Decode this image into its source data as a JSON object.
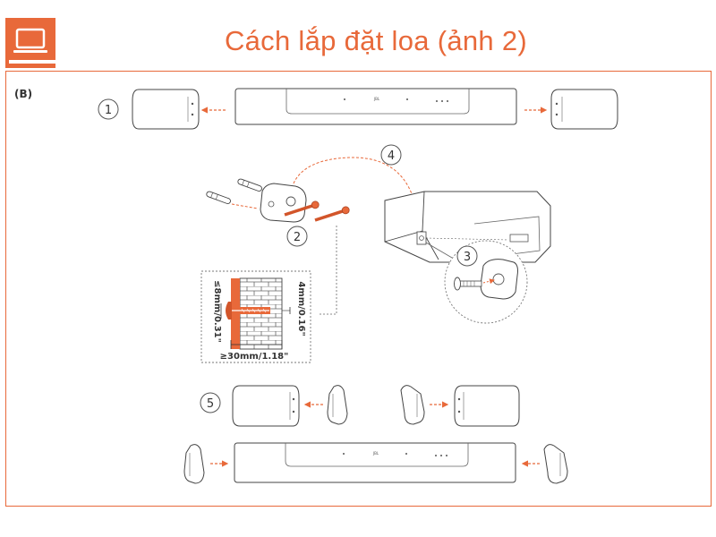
{
  "header": {
    "title": "Cách lắp đặt loa (ảnh 2)",
    "icon": "monitor-icon",
    "accent_color": "#e8693a"
  },
  "section_label": "(B)",
  "steps": [
    "1",
    "2",
    "3",
    "4",
    "5"
  ],
  "dimensions": {
    "depth": "≥30mm/1.18\"",
    "diameter": "≤8mm/0.31\"",
    "gap": "4mm/0.16\""
  },
  "brand_mark": "JBL"
}
